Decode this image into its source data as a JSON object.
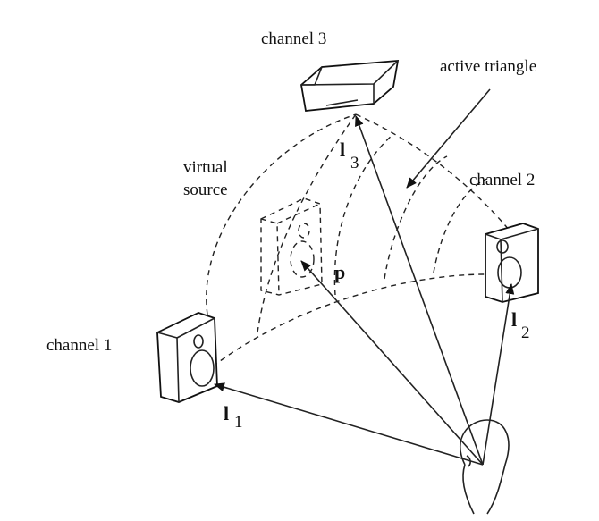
{
  "labels": {
    "channel1": "channel 1",
    "channel2": "channel 2",
    "channel3": "channel 3",
    "active_triangle": "active triangle",
    "virtual_source_line1": "virtual",
    "virtual_source_line2": "source",
    "vector_p": "p",
    "vector_l": "l",
    "sub1": "1",
    "sub2": "2",
    "sub3": "3"
  },
  "colors": {
    "ink": "#111111",
    "background": "#ffffff"
  }
}
